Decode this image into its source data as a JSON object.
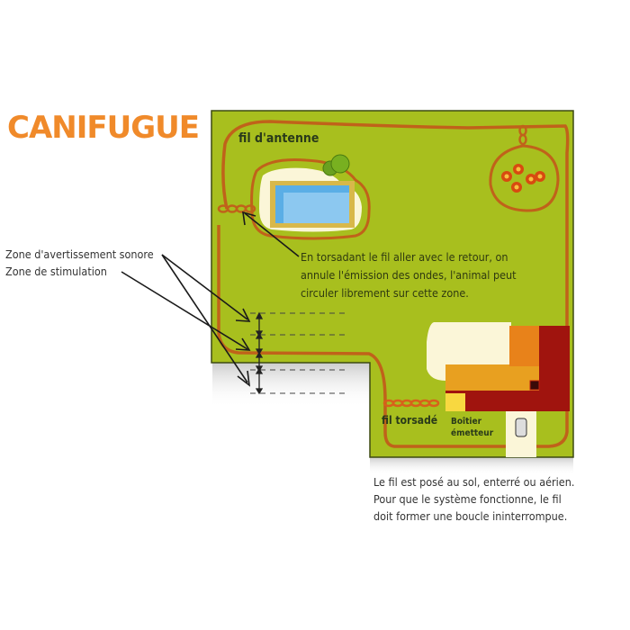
{
  "brand": {
    "logo_text": "CANIFUGUE",
    "color": "#f08a2a"
  },
  "labels": {
    "antenna_wire": "fil d'antenne",
    "twisted_wire": "fil torsadé",
    "transmitter_box_line1": "Boîtier",
    "transmitter_box_line2": "émetteur"
  },
  "notes": {
    "twist_note_line1": "En torsadant le fil aller avec le retour, on",
    "twist_note_line2": "annule l'émission des ondes, l'animal peut",
    "twist_note_line3": "circuler librement sur cette zone.",
    "wire_note_line1": "Le fil est posé au sol, enterré ou aérien.",
    "wire_note_line2": "Pour que le système fonctionne, le fil",
    "wire_note_line3": "doit former une boucle ininterrompue."
  },
  "zones": {
    "warning_zone": "Zone d'avertissement sonore",
    "stimulation_zone": "Zone de stimulation"
  },
  "colors": {
    "lawn": "#a8bf1e",
    "wire": "#c0621a",
    "pool": "#8cc8f0",
    "pool_deck": "#d8b84a",
    "sand": "#fbf6d8",
    "house_red": "#a0140e",
    "house_orange": "#e8821a",
    "house_amber": "#e8a020"
  }
}
